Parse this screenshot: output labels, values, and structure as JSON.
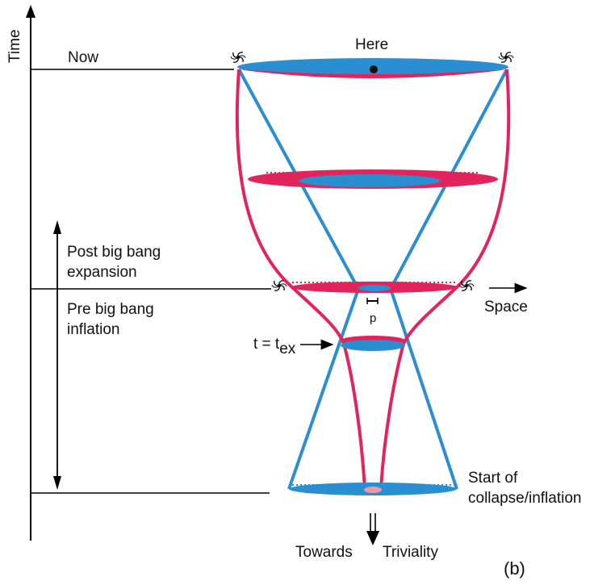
{
  "labels": {
    "time_axis": "Time",
    "now": "Now",
    "here": "Here",
    "post_big_bang_line1": "Post big bang",
    "post_big_bang_line2": "expansion",
    "pre_big_bang_line1": "Pre big bang",
    "pre_big_bang_line2": "inflation",
    "space": "Space",
    "p_label": "p",
    "t_prefix": "t = t",
    "t_subscript": "ex",
    "start_line1": "Start of",
    "start_line2": "collapse/inflation",
    "towards": "Towards",
    "triviality": "Triviality",
    "panel_label": "(b)"
  },
  "colors": {
    "blue": "#2a8ed0",
    "red": "#e2245c",
    "axis": "#000000"
  },
  "icons": [
    "galaxy-icon",
    "galaxy-icon",
    "galaxy-icon",
    "galaxy-icon"
  ]
}
